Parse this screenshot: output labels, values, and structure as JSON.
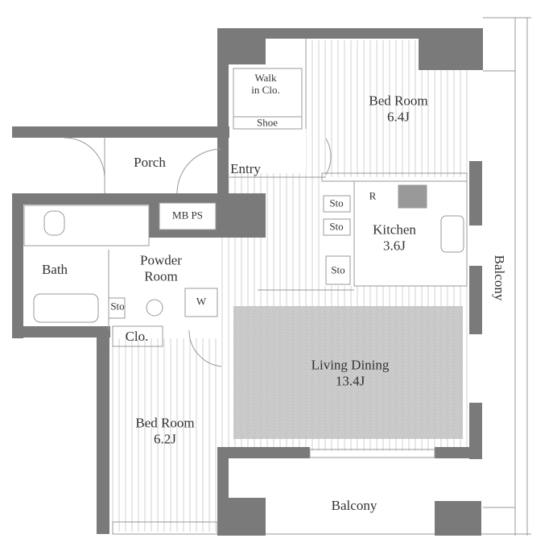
{
  "plan": {
    "rooms": {
      "walk_in_closet": "Walk\nin Clo.",
      "bedroom_1": "Bed Room",
      "bedroom_1_size": "6.4J",
      "shoe": "Shoe",
      "porch": "Porch",
      "entry": "Entry",
      "storage_1": "Sto",
      "storage_2": "Sto",
      "storage_3": "Sto",
      "refrigerator": "R",
      "kitchen": "Kitchen",
      "kitchen_size": "3.6J",
      "mb_ps": "MB PS",
      "powder_room": "Powder\nRoom",
      "bath": "Bath",
      "storage_4": "Sto",
      "washer": "W",
      "closet": "Clo.",
      "living_dining": "Living Dining",
      "living_dining_size": "13.4J",
      "bedroom_2": "Bed Room",
      "bedroom_2_size": "6.2J",
      "balcony_bottom": "Balcony",
      "balcony_side": "Balcony"
    },
    "colors": {
      "wall": "#777777",
      "line": "#aaaaaa",
      "hatch": "#c8c8c8"
    }
  }
}
